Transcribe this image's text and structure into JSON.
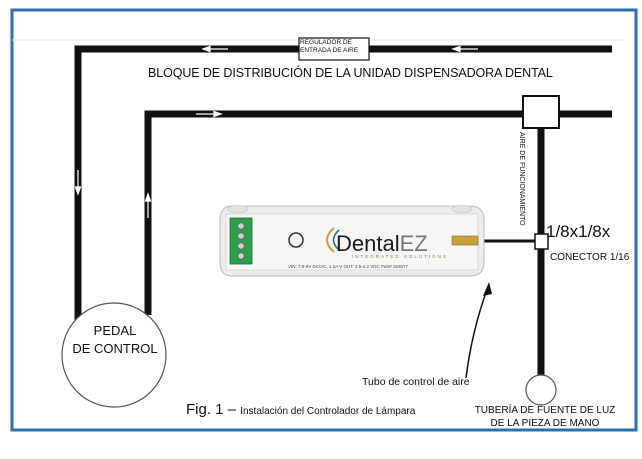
{
  "labels": {
    "bloque": "BLOQUE DE DISTRIBUCIÓN DE LA UNIDAD DISPENSADORA DENTAL",
    "regulador_line1": "REGULADOR DE",
    "regulador_line2": "ENTRADA DE AIRE",
    "aire_funcionamiento": "AIRE DE FUNCIONAMIENTO",
    "connector_size": "1/8x1/8x",
    "connector_name": "CONECTOR 1/16",
    "pedal_line1": "PEDAL",
    "pedal_line2": "DE CONTROL",
    "tubo": "Tubo de control de aire",
    "tuberia_line1": "TUBERÍA DE FUENTE DE LUZ",
    "tuberia_line2": "DE LA PIEZA DE MANO"
  },
  "device": {
    "brand_main": "Dental",
    "brand_accent": "EZ",
    "brand_sub": "INTEGRATED SOLUTIONS",
    "specs": "VIN: 7.5-9V  DC/AC, 1.2A   V OUT: 2.5-4.2 VDC     Part# 263677"
  },
  "caption": {
    "fig": "Fig. 1 –",
    "text": "Instalación del Controlador de Lámpara"
  },
  "colors": {
    "tube": "#111111",
    "device_body": "#f2f2f2",
    "terminal": "#2e9e4a",
    "brass": "#c9a03a"
  }
}
